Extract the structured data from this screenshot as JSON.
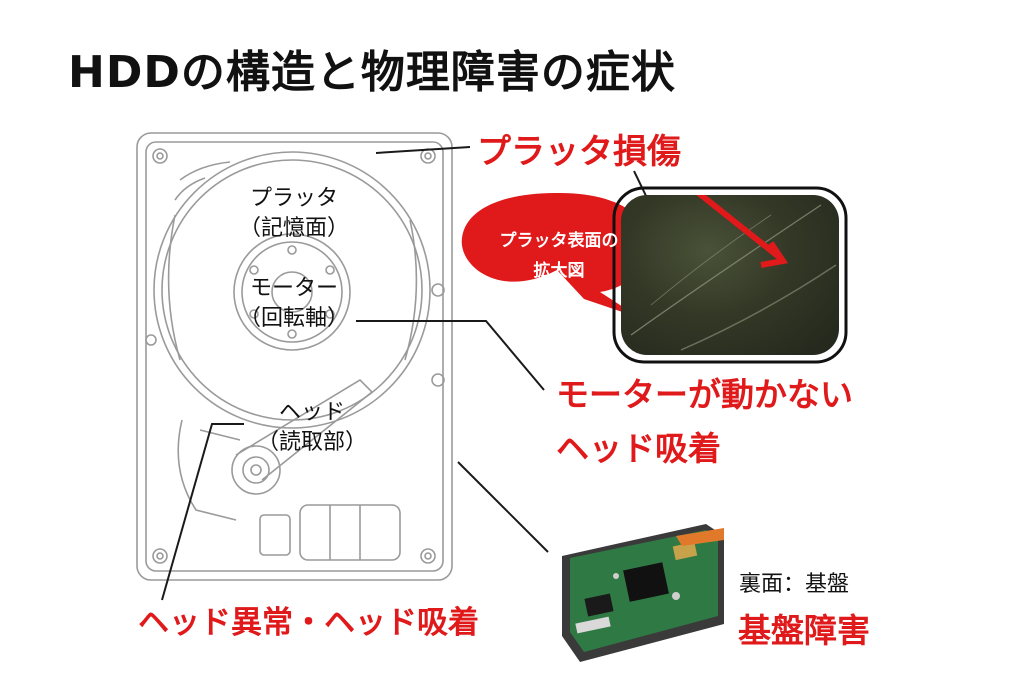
{
  "title": "HDDの構造と物理障害の症状",
  "labels": {
    "platter_line1": "プラッタ",
    "platter_line2": "（記憶面）",
    "motor_line1": "モーター",
    "motor_line2": "（回転軸）",
    "head_line1": "ヘッド",
    "head_line2": "（読取部）"
  },
  "callouts": {
    "platter_damage": "プラッタ損傷",
    "motor_failure": "モーターが動かない",
    "head_stuck": "ヘッド吸着",
    "head_abnormal": "ヘッド異常・ヘッド吸着",
    "board_caption": "裏面：基盤",
    "board_failure": "基盤障害"
  },
  "bubble": {
    "line1": "プラッタ表面の",
    "line2": "拡大図"
  },
  "colors": {
    "accent_red": "#e0191b",
    "text_black": "#111111"
  }
}
